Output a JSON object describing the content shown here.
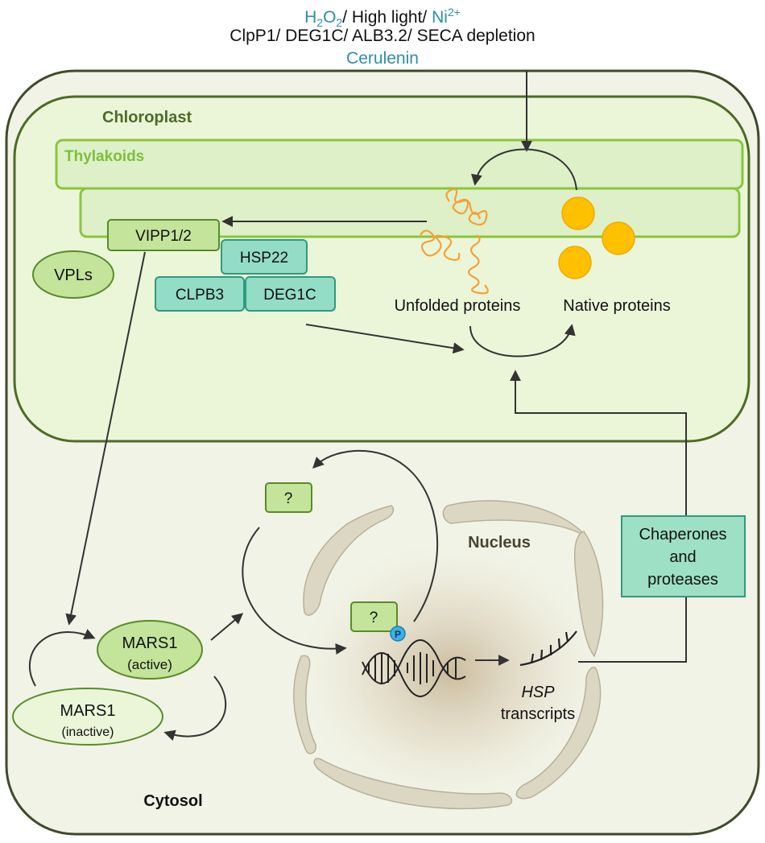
{
  "stimuli": {
    "h2o2": "H2O2",
    "sep1": "/ High light/ ",
    "ni": "Ni2+",
    "line2": "ClpP1/ DEG1C/ ALB3.2/ SECA depletion",
    "line3": "Cerulenin"
  },
  "compartments": {
    "chloroplast": "Chloroplast",
    "thylakoids": "Thylakoids",
    "nucleus": "Nucleus",
    "cytosol": "Cytosol"
  },
  "proteins": {
    "vipp": "VIPP1/2",
    "vpls": "VPLs",
    "hsp22": "HSP22",
    "clpb3": "CLPB3",
    "deg1c": "DEG1C",
    "unfolded": "Unfolded proteins",
    "native": "Native proteins"
  },
  "cytosol_items": {
    "unknown_top": "?",
    "unknown_nuc": "?",
    "phospho": "P",
    "mars_active_1": "MARS1",
    "mars_active_2": "(active)",
    "mars_inactive_1": "MARS1",
    "mars_inactive_2": "(inactive)",
    "hsp_italic": "HSP",
    "hsp_transcripts": "transcripts",
    "chaperones_1": "Chaperones",
    "chaperones_2": "and",
    "chaperones_3": "proteases"
  },
  "colors": {
    "cell_fill": "#f1f3e6",
    "cell_stroke": "#3f4a2c",
    "chloroplast_fill": "#ebf6d9",
    "chloroplast_stroke": "#4e6b25",
    "thylakoid_fill": "#ddf0c8",
    "thylakoid_stroke": "#8cc43e",
    "teal_fill": "#93dcc6",
    "teal_stroke": "#2f9a7e",
    "green_fill": "#c3e49a",
    "green_stroke": "#5a8a2a",
    "native_fill": "#ffc000",
    "unfolded": "#f7a033",
    "nucleus_frag": "#dcd7c3",
    "text_dark_green": "#4e6b25",
    "text_light_green": "#7cbf3a",
    "text_teal": "#2b8fa8"
  }
}
